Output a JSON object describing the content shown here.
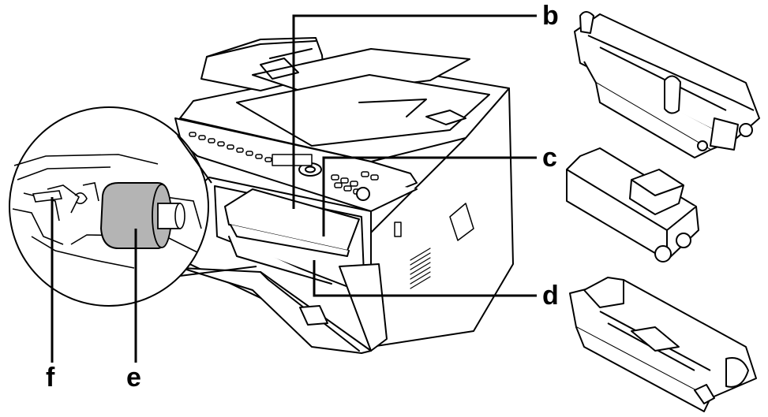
{
  "labels": {
    "b": "b",
    "c": "c",
    "d": "d",
    "e": "e",
    "f": "f"
  },
  "colors": {
    "line": "#000000",
    "roller": "#b4b4b4",
    "background": "#ffffff"
  }
}
